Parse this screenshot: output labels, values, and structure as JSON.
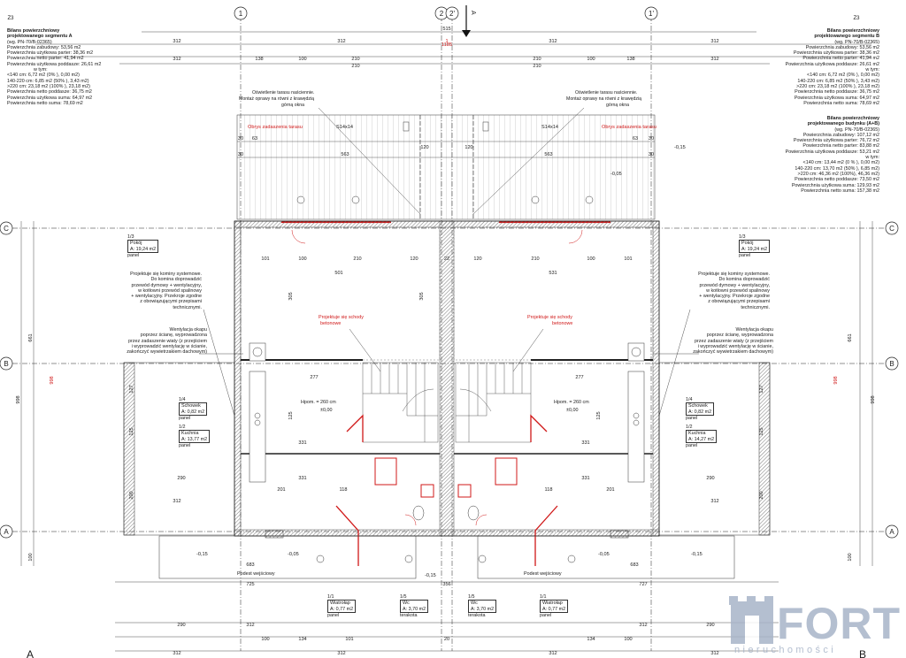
{
  "grid_labels": {
    "top": [
      "1",
      "2",
      "2'",
      "1'"
    ],
    "left": [
      "C",
      "B",
      "A"
    ],
    "right": [
      "C",
      "B",
      "A"
    ],
    "corner_tl": "Z3",
    "corner_tr": "Z3",
    "corner_bl": "A",
    "corner_br": "B",
    "section_mark": "A"
  },
  "balance_a": {
    "lines": [
      "Bilans powierzchniowy",
      "projektowanego segmentu A",
      "(wg. PN-70/B-02365)",
      "Powierzchnia zabudowy: 53,56 m2",
      "Powierzchnia użytkowa parter: 38,36 m2",
      "Powierzchnia netto parter: 41,94 m2",
      "Powierzchnia użytkowa poddasze: 26,61 m2",
      "w tym:",
      "<140 cm: 6,72 m2 (0% ), 0,00 m2)",
      "140-220 cm: 6,85 m2 (50% ), 3,43 m2)",
      ">220 cm: 23,18 m2 (100% ), 23,18 m2)",
      "Powierzchnia netto poddasze: 36,75 m2",
      "Powierzchnia użytkowa suma: 64,97 m2",
      "Powierzchnia netto suma: 78,69 m2"
    ]
  },
  "balance_b": {
    "lines": [
      "Bilans powierzchniowy",
      "projektowanego segmentu B",
      "(wg. PN-70/B-02365)",
      "Powierzchnia zabudowy: 53,56 m2",
      "Powierzchnia użytkowa parter: 38,36 m2",
      "Powierzchnia netto parter: 41,94 m2",
      "Powierzchnia użytkowa poddasze: 26,61 m2",
      "w tym:",
      "<140 cm: 6,72 m2 (0% ), 0,00 m2)",
      "140-220 cm: 6,85 m2 (50% ), 3,43 m2)",
      ">220 cm: 23,18 m2 (100% ), 23,18 m2)",
      "Powierzchnia netto poddasze: 36,75 m2",
      "Powierzchnia użytkowa suma: 64,97 m2",
      "Powierzchnia netto suma: 78,69 m2"
    ]
  },
  "balance_ab": {
    "lines": [
      "Bilans powierzchniowy",
      "projektowanego budynku (A+B)",
      "(wg. PN-70/B-02365)",
      "Powierzchnia zabudowy: 107,12 m2",
      "Powierzchnia użytkowa parter: 76,72 m2",
      "Powierzchnia netto parter: 83,88 m2",
      "Powierzchnia użytkowa poddasze: 53,21 m2",
      "w tym:",
      "<140 cm: 13,44 m2 (0 % ), 0,00 m2)",
      "140-220 cm: 13,70 m2 (50% ), 6,85 m2)",
      ">220 cm: 46,36 m2 (100%), 46,36 m2)",
      "Powierzchnia netto poddasze: 73,50 m2",
      "Powierzchnia użytkowa suma: 129,93 m2",
      "Powierzchnia netto suma: 157,38 m2"
    ]
  },
  "notes": {
    "lighting_left": [
      "Oświetlenie tarasu naściennie.",
      "Montaż oprawy na równi z krawędzią",
      "górną okna"
    ],
    "lighting_right": [
      "Oświetlenie tarasu naściennie.",
      "Montaż oprawy na równi z krawędzią",
      "górną okna"
    ],
    "terrace_edge_left": "Obrys zadaszenia tarasu",
    "terrace_edge_right": "Obrys zadaszenia tarasu",
    "terrace_left": "S14x14",
    "terrace_right": "S14x14",
    "chimney_left": [
      "Projektuje się kominy systemowe.",
      "Do komina doprowadzić",
      "przewód dymowy + wentylacyjny,",
      "w kotłowni przewód spalinowy",
      "+ wentylacyjny. Przekroje zgodne",
      "z obowiązującymi przepisami",
      "technicznymi."
    ],
    "chimney_right": [
      "Projektuje się kominy systemowe.",
      "Do komina doprowadzić",
      "przewód dymowy + wentylacyjny,",
      "w kotłowni przewód spalinowy",
      "+ wentylacyjny. Przekroje zgodne",
      "z obowiązującymi przepisami",
      "technicznymi."
    ],
    "vent_left": [
      "Wentylacja okapu",
      "poprzez ścianę, wyprowadzona",
      "przez zadaszenie wiaty (z przejściem",
      "i wyprowadzić wentylację w ścianie,",
      "zakończyć wywietrzakiem dachowym)"
    ],
    "vent_right": [
      "Wentylacja okapu",
      "poprzez ścianę, wyprowadzona",
      "przez zadaszenie wiaty (z przejściem",
      "i wyprowadzić wentylację w ścianie,",
      "zakończyć wywietrzakiem dachowym)"
    ],
    "stairs_left": [
      "Projektuje się schody",
      "betonowe"
    ],
    "stairs_right": [
      "Projektuje się schody",
      "betonowe"
    ],
    "height_left": "Hpom. = 260 cm",
    "height_right": "Hpom. = 260 cm",
    "level_left": "±0,00",
    "level_right": "±0,00",
    "porch_left": "Podest wejściowy",
    "porch_right": "Podest wejściowy"
  },
  "levels": [
    "-0,15",
    "-0,05",
    "-0,15",
    "-0,05",
    "-0,15",
    "-0,05",
    "-0,15"
  ],
  "rooms": [
    {
      "num": "1/3",
      "name": "Pokój",
      "area": "A: 19,24 m2",
      "floor": "panel"
    },
    {
      "num": "1/3",
      "name": "Pokój",
      "area": "A: 19,24 m2",
      "floor": "panel"
    },
    {
      "num": "1/4",
      "name": "Schowek",
      "area": "A: 0,82 m2",
      "floor": "panel"
    },
    {
      "num": "1/4",
      "name": "Schowek",
      "area": "A: 0,82 m2",
      "floor": "panel"
    },
    {
      "num": "1/2",
      "name": "Kuchnia",
      "area": "A: 13,77 m2",
      "floor": "panel"
    },
    {
      "num": "1/2",
      "name": "Kuchnia",
      "area": "A: 14,27 m2",
      "floor": "panel"
    },
    {
      "num": "1/1",
      "name": "Wiatrołap",
      "area": "A: 0,77 m2",
      "floor": "panel"
    },
    {
      "num": "1/5",
      "name": "Wc",
      "area": "A: 3,70 m2",
      "floor": "terakota"
    },
    {
      "num": "1/5",
      "name": "Wc",
      "area": "A: 3,70 m2",
      "floor": "terakota"
    },
    {
      "num": "1/1",
      "name": "Wiatrołap",
      "area": "A: 0,77 m2",
      "floor": "panel"
    }
  ],
  "dims": {
    "top_row1": [
      "312",
      "312",
      "312",
      "312"
    ],
    "top_row2": [
      "138",
      "100",
      "210",
      "210",
      "100",
      "138"
    ],
    "top_row3": [
      "210",
      "210"
    ],
    "top_center": "1",
    "top_center2": "515",
    "terrace_row": [
      "30",
      "63",
      "120",
      "120",
      "63",
      "30"
    ],
    "terrace_row2": [
      "30",
      "563",
      "563",
      "30"
    ],
    "inner_row1": [
      "101",
      "100",
      "210",
      "120",
      "22",
      "120",
      "210",
      "100",
      "101"
    ],
    "inner_row2": [
      "501",
      "531"
    ],
    "mid_row": [
      "277",
      "277"
    ],
    "kitchen_row": [
      "331",
      "331"
    ],
    "hall_row": [
      "290",
      "331",
      "331",
      "290"
    ],
    "low_row": [
      "201",
      "118",
      "118",
      "201"
    ],
    "low_row2": [
      "312",
      "312"
    ],
    "bottom_row1": [
      "683",
      "683"
    ],
    "bottom_row2": [
      "725",
      "356",
      "727"
    ],
    "bottom_row3": [
      "290",
      "312",
      "290",
      "312"
    ],
    "bottom_row4": [
      "100",
      "134",
      "101",
      "20",
      "134",
      "100"
    ],
    "bottom_row5": [
      "312",
      "312",
      "312",
      "312"
    ],
    "side_left": [
      "998",
      "661",
      "200",
      "125",
      "100",
      "127"
    ],
    "side_right": [
      "998",
      "661",
      "200",
      "125",
      "100",
      "127"
    ],
    "red_left": "998",
    "red_right": "998",
    "red_top": "1185",
    "vert_center": [
      "305",
      "305",
      "125",
      "125"
    ]
  },
  "brand": {
    "word": "FORT",
    "sub": "nieruchomości"
  },
  "colors": {
    "ink": "#1a1a1a",
    "red": "#d01818",
    "wall_hatch": "#8a8a8a",
    "logo": "#a7b4c8"
  }
}
